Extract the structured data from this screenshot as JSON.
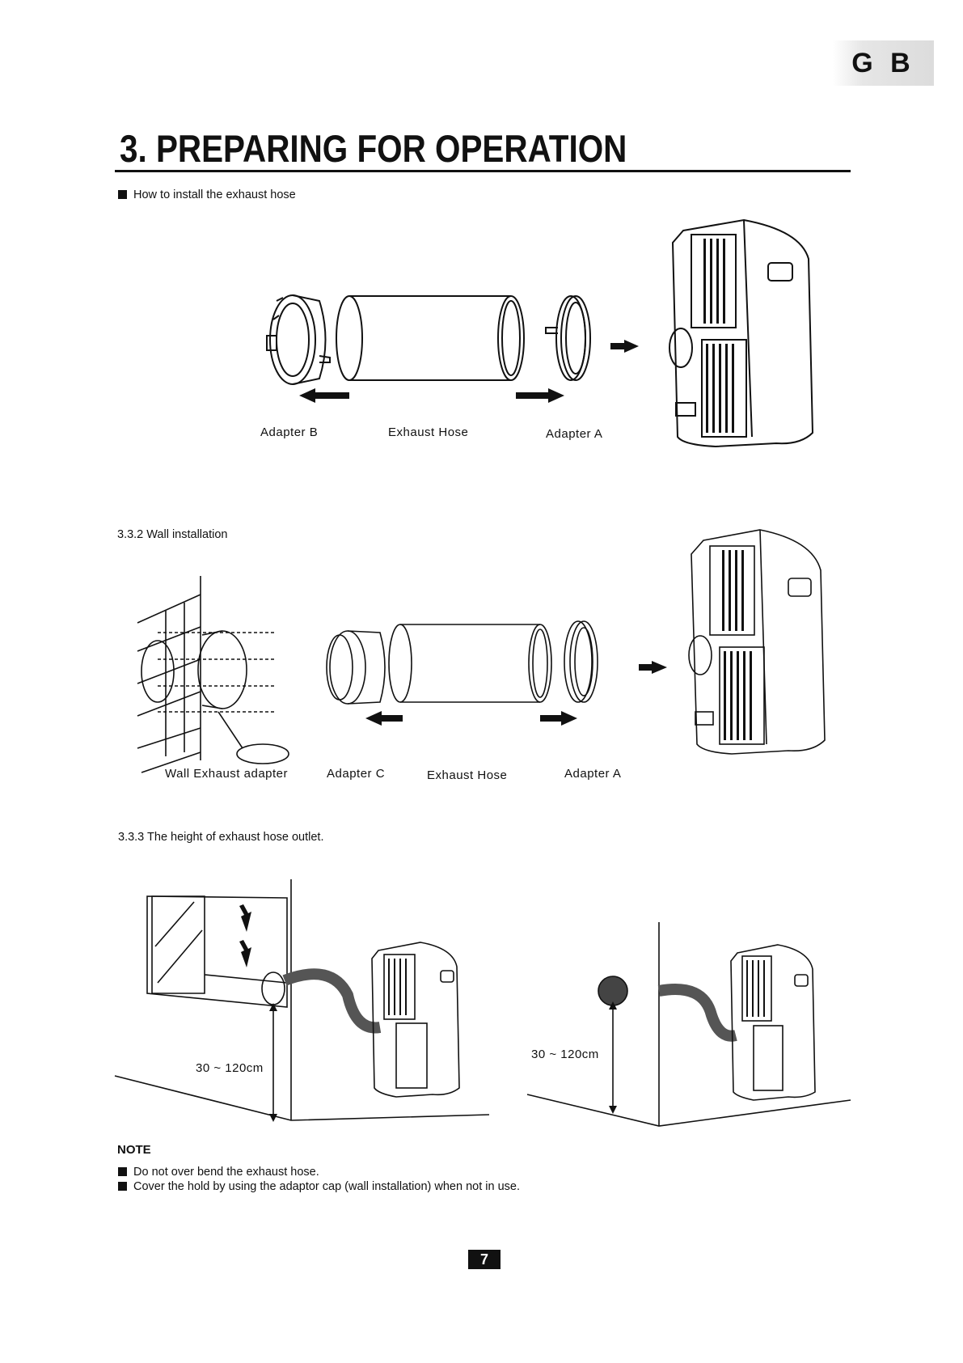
{
  "lang_tab": "G B",
  "title": "3. PREPARING FOR OPERATION",
  "intro_bullet": "How to install the exhaust hose",
  "fig1": {
    "adapter_b": "Adapter B",
    "exhaust_hose": "Exhaust Hose",
    "adapter_a": "Adapter A"
  },
  "section_332": "3.3.2 Wall installation",
  "fig2": {
    "wall_adapter": "Wall Exhaust adapter",
    "adapter_c": "Adapter C",
    "exhaust_hose": "Exhaust Hose",
    "adapter_a": "Adapter A"
  },
  "section_333": "3.3.3 The height of exhaust hose outlet.",
  "fig3": {
    "height_left": "30 ~ 120cm",
    "height_right": "30 ~ 120cm"
  },
  "note": {
    "title": "NOTE",
    "items": [
      "Do not over bend the exhaust hose.",
      "Cover the hold by using the adaptor cap (wall installation) when not in use."
    ]
  },
  "page_number": "7"
}
